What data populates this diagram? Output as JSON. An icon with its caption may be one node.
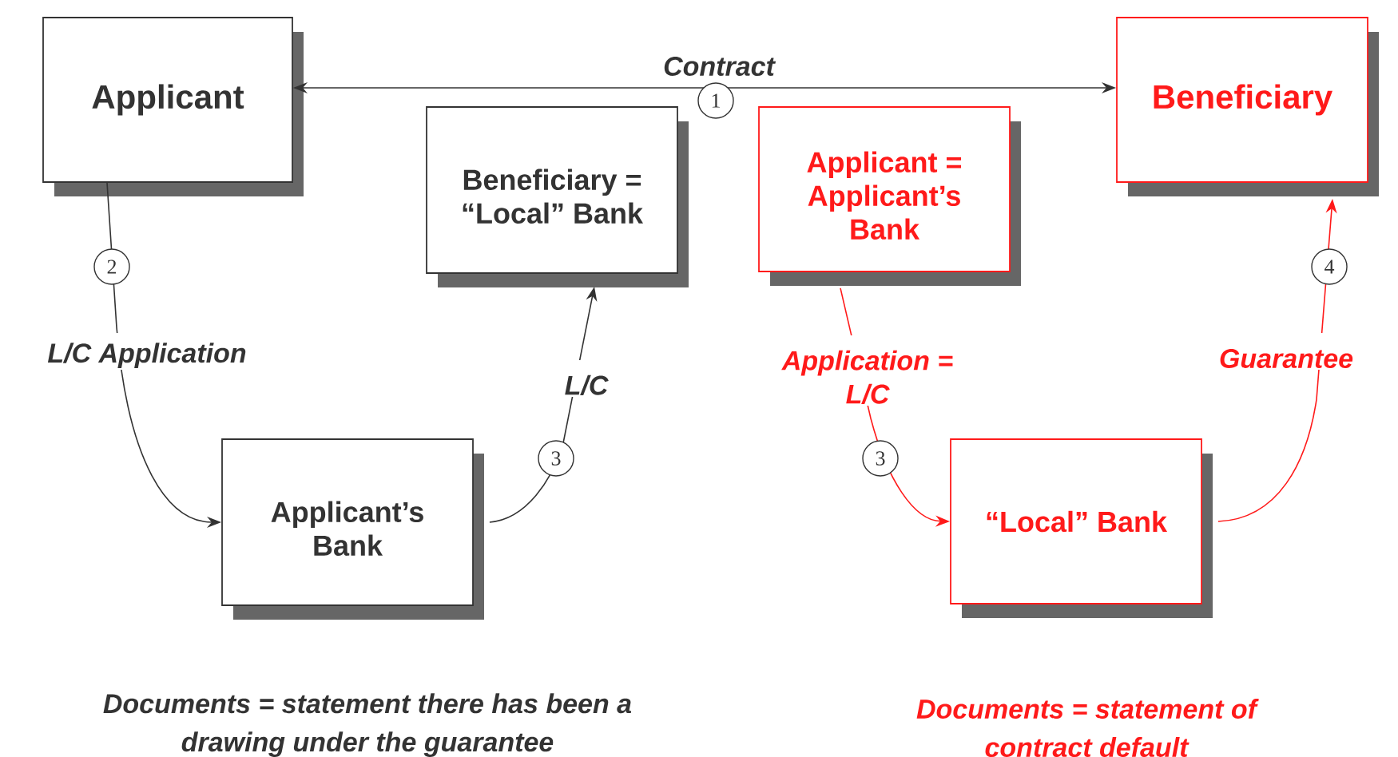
{
  "diagram": {
    "nodes": [
      {
        "text": [
          "Applicant"
        ]
      },
      {
        "text": [
          "Beneficiary = “Local” Bank"
        ]
      },
      {
        "text": [
          "Applicant’s Bank"
        ]
      },
      {
        "text": [
          "Applicant = Applicant’s Bank"
        ]
      },
      {
        "text": [
          "Beneficiary"
        ]
      },
      {
        "text": [
          "“Local” Bank"
        ]
      }
    ],
    "edges": [
      {
        "from": 0,
        "to": 4,
        "arrow": "both",
        "label": "Contract"
      },
      {
        "from": 0,
        "to": 2,
        "arrow": "to",
        "label": "L/C Application"
      },
      {
        "from": 2,
        "to": 1,
        "arrow": "to",
        "label": "L/C"
      },
      {
        "from": 3,
        "to": 5,
        "arrow": "to",
        "label": "Application = L/C",
        "color": "#ff1a1a"
      },
      {
        "from": 5,
        "to": 4,
        "arrow": "to",
        "label": "Guarantee",
        "color": "#ff1a1a"
      }
    ],
    "labels": [
      "1",
      "2",
      "4",
      "3",
      "3",
      "Documents = statement there has been a drawing under the guarantee",
      "Documents = statement of contract default"
    ]
  }
}
